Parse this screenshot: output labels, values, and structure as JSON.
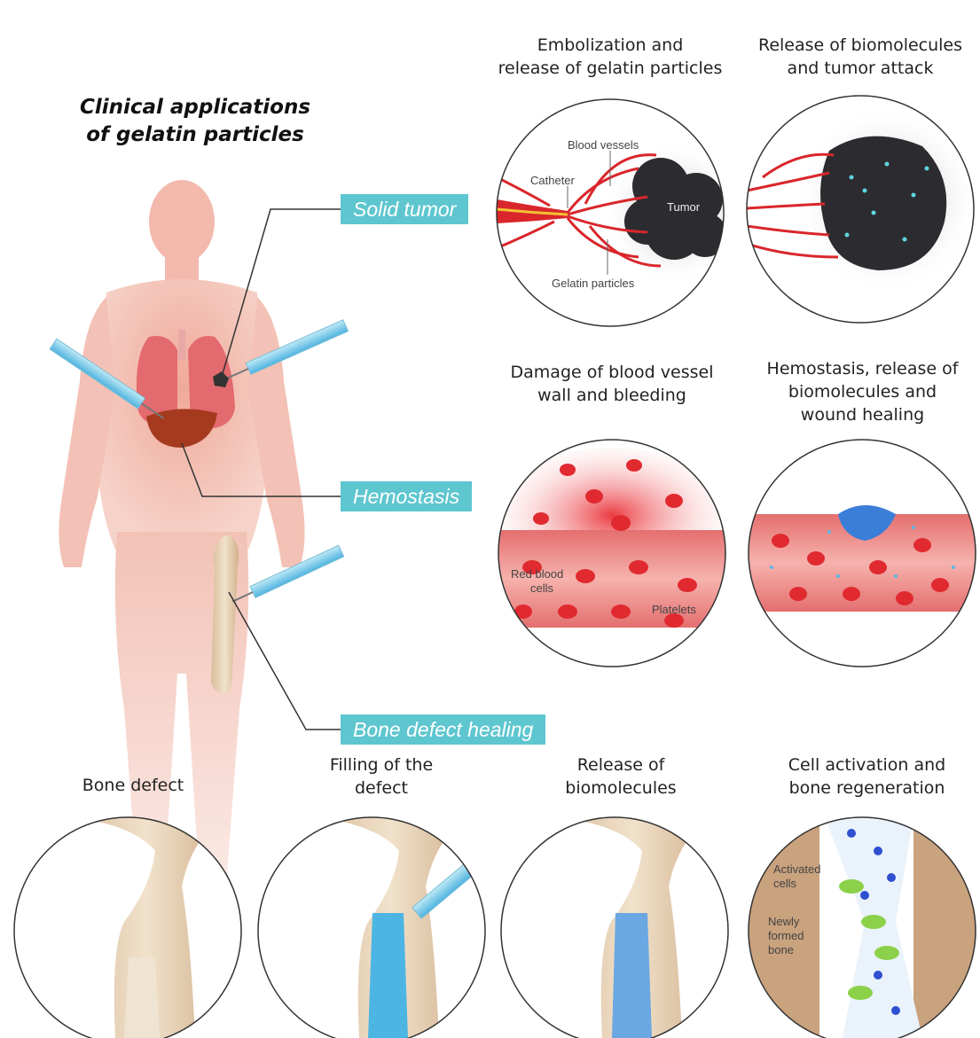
{
  "title": {
    "line1": "Clinical applications",
    "line2": "of gelatin particles"
  },
  "tags": {
    "solid_tumor": "Solid tumor",
    "hemostasis": "Hemostasis",
    "bone": "Bone defect healing"
  },
  "tumor": {
    "caption1": {
      "line1": "Embolization and",
      "line2": "release of gelatin particles"
    },
    "caption2": {
      "line1": "Release of biomolecules",
      "line2": "and tumor attack"
    },
    "labels": {
      "blood_vessels": "Blood vessels",
      "catheter": "Catheter",
      "tumor": "Tumor",
      "gelatin_particles": "Gelatin particles"
    }
  },
  "hemo": {
    "caption1": {
      "line1": "Damage of blood vessel",
      "line2": "wall and bleeding"
    },
    "caption2": {
      "line1": "Hemostasis, release of",
      "line2": "biomolecules and",
      "line3": "wound healing"
    },
    "labels": {
      "rbc_line1": "Red blood",
      "rbc_line2": "cells",
      "platelets": "Platelets"
    }
  },
  "bone": {
    "caption1": {
      "line1": "Bone defect"
    },
    "caption2": {
      "line1": "Filling of the",
      "line2": "defect"
    },
    "caption3": {
      "line1": "Release of",
      "line2": "biomolecules"
    },
    "caption4": {
      "line1": "Cell activation and",
      "line2": "bone regeneration"
    },
    "labels": {
      "activated1": "Activated",
      "activated2": "cells",
      "newly1": "Newly",
      "newly2": "formed",
      "newly3": "bone"
    }
  },
  "colors": {
    "accent": "#5ec6cf",
    "body": "#f3c7bb",
    "blood": "#d9262b",
    "tumor": "#2b2b2e",
    "bone": "#e9d6bd",
    "particles": "#3aa8d8"
  }
}
